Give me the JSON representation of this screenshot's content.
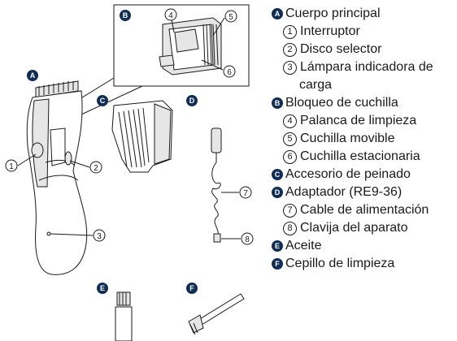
{
  "callouts": {
    "A": "A",
    "B": "B",
    "C": "C",
    "D": "D",
    "E": "E",
    "F": "F",
    "n1": "1",
    "n2": "2",
    "n3": "3",
    "n4": "4",
    "n5": "5",
    "n6": "6",
    "n7": "7",
    "n8": "8"
  },
  "legend": {
    "A": {
      "badge": "A",
      "label": "Cuerpo principal"
    },
    "A1": {
      "num": "1",
      "label": "Interruptor"
    },
    "A2": {
      "num": "2",
      "label": "Disco selector"
    },
    "A3": {
      "num": "3",
      "label": "Lámpara indicadora de",
      "label_cont": "carga"
    },
    "B": {
      "badge": "B",
      "label": "Bloqueo de cuchilla"
    },
    "B4": {
      "num": "4",
      "label": "Palanca de limpieza"
    },
    "B5": {
      "num": "5",
      "label": "Cuchilla movible"
    },
    "B6": {
      "num": "6",
      "label": "Cuchilla estacionaria"
    },
    "C": {
      "badge": "C",
      "label": "Accesorio de peinado"
    },
    "D": {
      "badge": "D",
      "label": "Adaptador (RE9-36)"
    },
    "D7": {
      "num": "7",
      "label": "Cable de alimentación"
    },
    "D8": {
      "num": "8",
      "label": "Clavija del aparato"
    },
    "E": {
      "badge": "E",
      "label": "Aceite"
    },
    "F": {
      "badge": "F",
      "label": "Cepillo de limpieza"
    }
  },
  "colors": {
    "badge": "#0f2d55",
    "line": "#1a1a1a",
    "shade": "#e6e6e6"
  }
}
